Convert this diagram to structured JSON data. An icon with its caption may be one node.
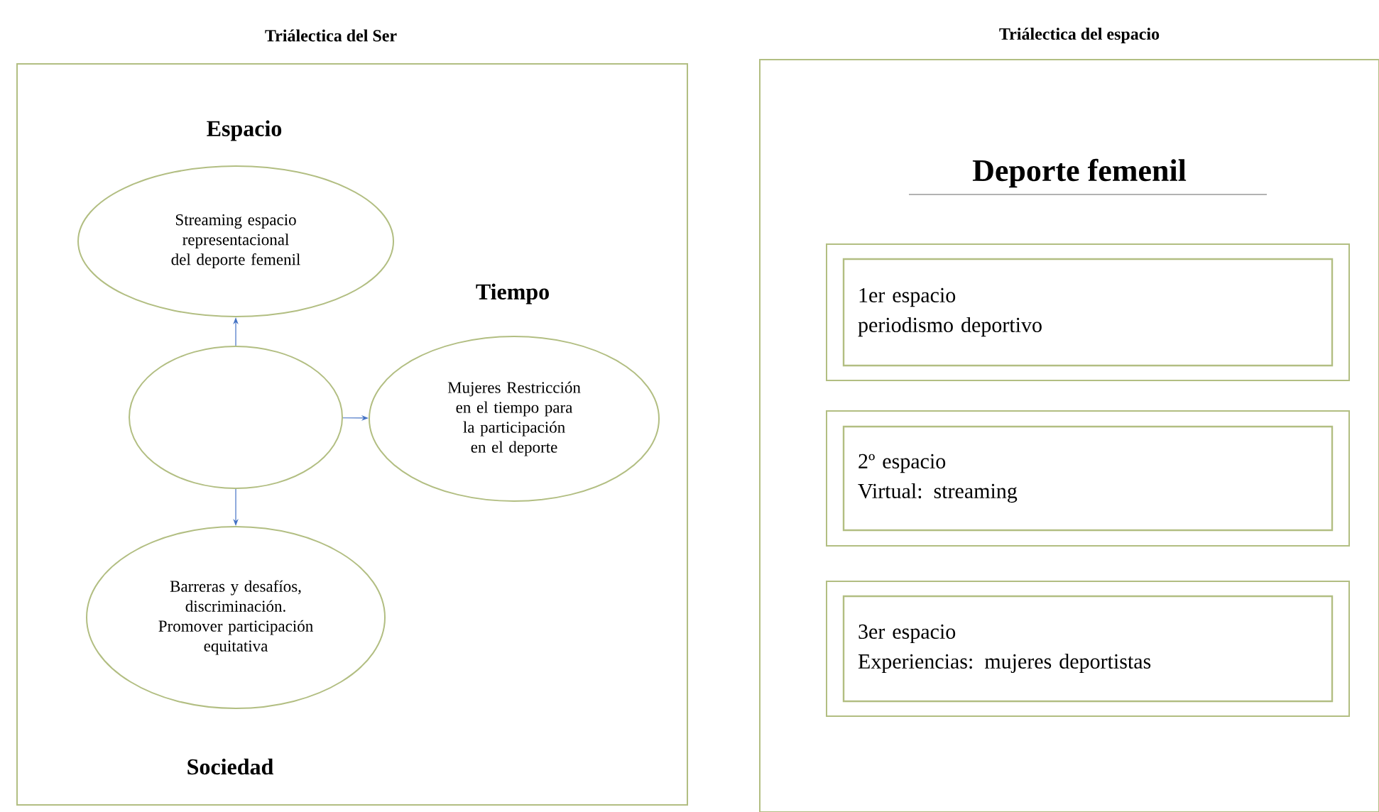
{
  "diagram": {
    "nodes": [
      {
        "text": [
          "Triálectica del Ser"
        ]
      },
      {
        "text": [
          "Streaming espacio representacional del deporte femenil"
        ],
        "in": 0,
        "beside": [
          "Espacio"
        ]
      },
      {
        "text": [],
        "shape": "ellipse",
        "in": 0
      },
      {
        "text": [
          "Mujeres Restricción en el tiempo para la participación en el deporte"
        ],
        "in": 0,
        "beside": [
          "Tiempo"
        ]
      },
      {
        "text": [
          "Barreras y desafíos, discriminación. Promover participación equitativa"
        ],
        "in": 0,
        "beside": [
          "Sociedad"
        ]
      },
      {
        "text": [
          "Triálectica del espacio",
          "Deporte femenil"
        ]
      },
      {
        "text": [],
        "shape": "box",
        "in": 5
      },
      {
        "text": [
          "1er espacio",
          "periodismo deportivo"
        ],
        "in": 6
      },
      {
        "text": [],
        "shape": "box",
        "in": 5
      },
      {
        "text": [
          "2º espacio",
          "Virtual: streaming"
        ],
        "in": 8
      },
      {
        "text": [],
        "shape": "box",
        "in": 5
      },
      {
        "text": [
          "3er espacio",
          "Experiencias: mujeres deportistas"
        ],
        "in": 10
      }
    ],
    "edges": [
      {
        "from": 2,
        "to": 1,
        "arrow": "to"
      },
      {
        "from": 2,
        "to": 3,
        "arrow": "to"
      },
      {
        "from": 2,
        "to": 4,
        "arrow": "to"
      }
    ]
  }
}
